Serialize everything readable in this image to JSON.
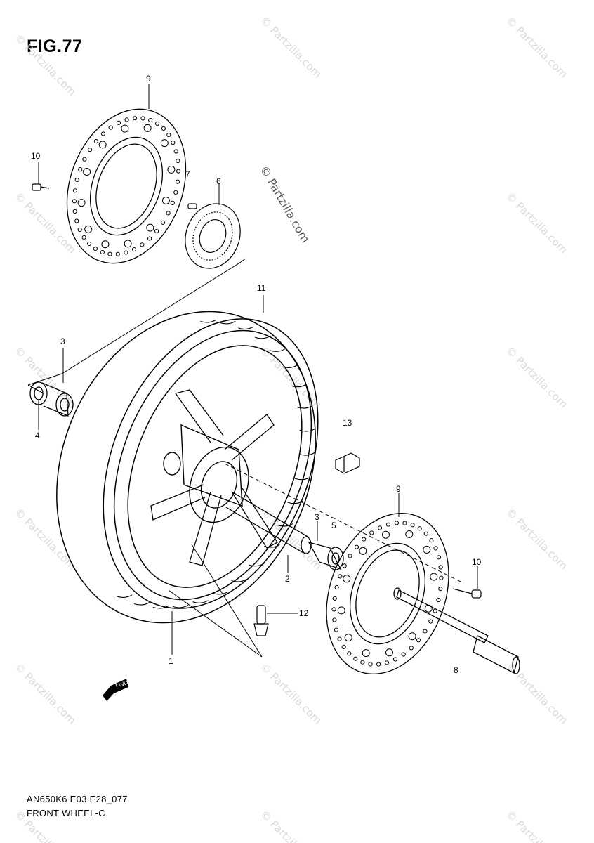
{
  "figure": {
    "title": "FIG.77",
    "code": "AN650K6 E03 E28_077",
    "name": "FRONT WHEEL-C"
  },
  "watermark": "© Partzilla.com",
  "callouts": {
    "c1": "1",
    "c2": "2",
    "c3a": "3",
    "c3b": "3",
    "c4": "4",
    "c5": "5",
    "c6": "6",
    "c7": "7",
    "c8": "8",
    "c9a": "9",
    "c9b": "9",
    "c10a": "10",
    "c10b": "10",
    "c11": "11",
    "c12": "12",
    "c13": "13"
  },
  "arrow_label": "FWD"
}
